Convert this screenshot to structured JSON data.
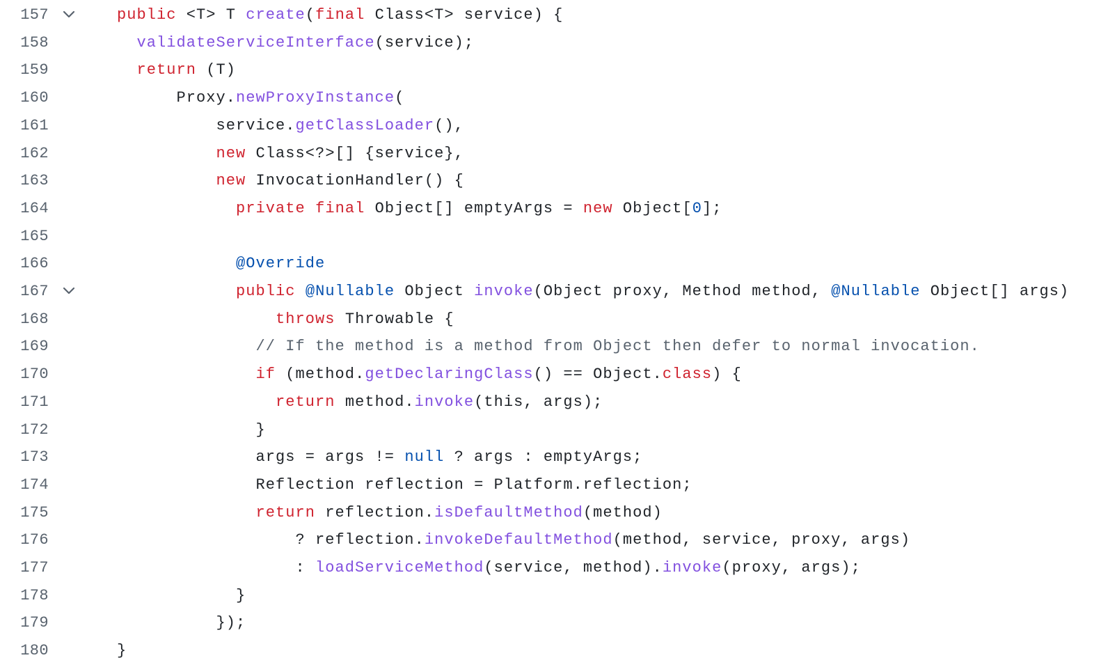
{
  "colors": {
    "text": "#1f2328",
    "keyword": "#cf222e",
    "function": "#8250df",
    "constant": "#0550ae",
    "comment": "#59636e",
    "line_number": "#59636e"
  },
  "icons": {
    "fold": "chevron-down-icon"
  },
  "lines": [
    {
      "number": "157",
      "foldable": true,
      "tokens": [
        {
          "t": "public",
          "k": "keyword"
        },
        {
          "t": " <T> T "
        },
        {
          "t": "create",
          "k": "function"
        },
        {
          "t": "("
        },
        {
          "t": "final",
          "k": "keyword"
        },
        {
          "t": " Class<T> service) {"
        }
      ]
    },
    {
      "number": "158",
      "foldable": false,
      "tokens": [
        {
          "t": "  "
        },
        {
          "t": "validateServiceInterface",
          "k": "function"
        },
        {
          "t": "(service);"
        }
      ]
    },
    {
      "number": "159",
      "foldable": false,
      "tokens": [
        {
          "t": "  "
        },
        {
          "t": "return",
          "k": "keyword"
        },
        {
          "t": " (T)"
        }
      ]
    },
    {
      "number": "160",
      "foldable": false,
      "tokens": [
        {
          "t": "      Proxy."
        },
        {
          "t": "newProxyInstance",
          "k": "function"
        },
        {
          "t": "("
        }
      ]
    },
    {
      "number": "161",
      "foldable": false,
      "tokens": [
        {
          "t": "          service."
        },
        {
          "t": "getClassLoader",
          "k": "function"
        },
        {
          "t": "(),"
        }
      ]
    },
    {
      "number": "162",
      "foldable": false,
      "tokens": [
        {
          "t": "          "
        },
        {
          "t": "new",
          "k": "keyword"
        },
        {
          "t": " Class<?>[] {service},"
        }
      ]
    },
    {
      "number": "163",
      "foldable": false,
      "tokens": [
        {
          "t": "          "
        },
        {
          "t": "new",
          "k": "keyword"
        },
        {
          "t": " InvocationHandler() {"
        }
      ]
    },
    {
      "number": "164",
      "foldable": false,
      "tokens": [
        {
          "t": "            "
        },
        {
          "t": "private",
          "k": "keyword"
        },
        {
          "t": " "
        },
        {
          "t": "final",
          "k": "keyword"
        },
        {
          "t": " Object[] emptyArgs = "
        },
        {
          "t": "new",
          "k": "keyword"
        },
        {
          "t": " Object["
        },
        {
          "t": "0",
          "k": "constant"
        },
        {
          "t": "];"
        }
      ]
    },
    {
      "number": "165",
      "foldable": false,
      "tokens": []
    },
    {
      "number": "166",
      "foldable": false,
      "tokens": [
        {
          "t": "            "
        },
        {
          "t": "@Override",
          "k": "constant"
        }
      ]
    },
    {
      "number": "167",
      "foldable": true,
      "tokens": [
        {
          "t": "            "
        },
        {
          "t": "public",
          "k": "keyword"
        },
        {
          "t": " "
        },
        {
          "t": "@Nullable",
          "k": "constant"
        },
        {
          "t": " Object "
        },
        {
          "t": "invoke",
          "k": "function"
        },
        {
          "t": "(Object proxy, Method method, "
        },
        {
          "t": "@Nullable",
          "k": "constant"
        },
        {
          "t": " Object[] args)"
        }
      ]
    },
    {
      "number": "168",
      "foldable": false,
      "tokens": [
        {
          "t": "                "
        },
        {
          "t": "throws",
          "k": "keyword"
        },
        {
          "t": " Throwable {"
        }
      ]
    },
    {
      "number": "169",
      "foldable": false,
      "tokens": [
        {
          "t": "              "
        },
        {
          "t": "// If the method is a method from Object then defer to normal invocation.",
          "k": "comment"
        }
      ]
    },
    {
      "number": "170",
      "foldable": false,
      "tokens": [
        {
          "t": "              "
        },
        {
          "t": "if",
          "k": "keyword"
        },
        {
          "t": " (method."
        },
        {
          "t": "getDeclaringClass",
          "k": "function"
        },
        {
          "t": "() == Object."
        },
        {
          "t": "class",
          "k": "keyword"
        },
        {
          "t": ") {"
        }
      ]
    },
    {
      "number": "171",
      "foldable": false,
      "tokens": [
        {
          "t": "                "
        },
        {
          "t": "return",
          "k": "keyword"
        },
        {
          "t": " method."
        },
        {
          "t": "invoke",
          "k": "function"
        },
        {
          "t": "(this, args);"
        }
      ]
    },
    {
      "number": "172",
      "foldable": false,
      "tokens": [
        {
          "t": "              }"
        }
      ]
    },
    {
      "number": "173",
      "foldable": false,
      "tokens": [
        {
          "t": "              args = args != "
        },
        {
          "t": "null",
          "k": "constant"
        },
        {
          "t": " ? args : emptyArgs;"
        }
      ]
    },
    {
      "number": "174",
      "foldable": false,
      "tokens": [
        {
          "t": "              Reflection reflection = Platform.reflection;"
        }
      ]
    },
    {
      "number": "175",
      "foldable": false,
      "tokens": [
        {
          "t": "              "
        },
        {
          "t": "return",
          "k": "keyword"
        },
        {
          "t": " reflection."
        },
        {
          "t": "isDefaultMethod",
          "k": "function"
        },
        {
          "t": "(method)"
        }
      ]
    },
    {
      "number": "176",
      "foldable": false,
      "tokens": [
        {
          "t": "                  ? reflection."
        },
        {
          "t": "invokeDefaultMethod",
          "k": "function"
        },
        {
          "t": "(method, service, proxy, args)"
        }
      ]
    },
    {
      "number": "177",
      "foldable": false,
      "tokens": [
        {
          "t": "                  : "
        },
        {
          "t": "loadServiceMethod",
          "k": "function"
        },
        {
          "t": "(service, method)."
        },
        {
          "t": "invoke",
          "k": "function"
        },
        {
          "t": "(proxy, args);"
        }
      ]
    },
    {
      "number": "178",
      "foldable": false,
      "tokens": [
        {
          "t": "            }"
        }
      ]
    },
    {
      "number": "179",
      "foldable": false,
      "tokens": [
        {
          "t": "          });"
        }
      ]
    },
    {
      "number": "180",
      "foldable": false,
      "tokens": [
        {
          "t": "}"
        }
      ]
    }
  ]
}
